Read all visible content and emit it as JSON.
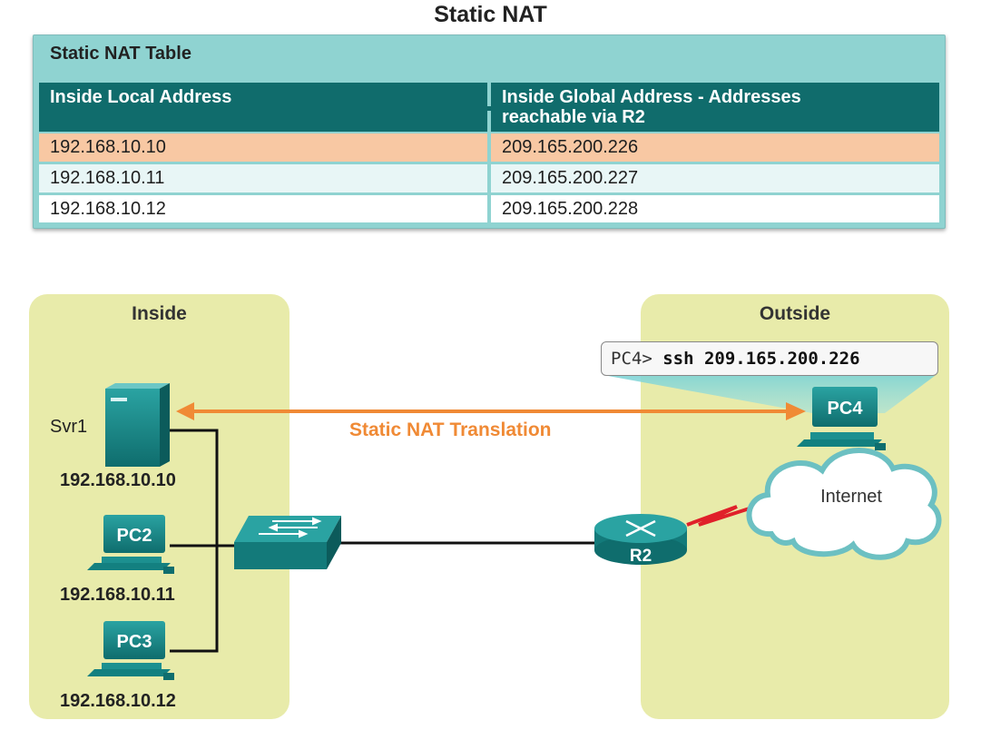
{
  "title": "Static NAT",
  "nat_table": {
    "title": "Static NAT Table",
    "headers": [
      "Inside Local Address",
      "Inside Global Address - Addresses reachable via R2"
    ],
    "rows": [
      [
        "192.168.10.10",
        "209.165.200.226"
      ],
      [
        "192.168.10.11",
        "209.165.200.227"
      ],
      [
        "192.168.10.12",
        "209.165.200.228"
      ]
    ]
  },
  "zones": {
    "inside": "Inside",
    "outside": "Outside"
  },
  "devices": {
    "server": {
      "name": "Svr1",
      "ip": "192.168.10.10"
    },
    "pc2": {
      "name": "PC2",
      "ip": "192.168.10.11"
    },
    "pc3": {
      "name": "PC3",
      "ip": "192.168.10.12"
    },
    "pc4": {
      "name": "PC4"
    },
    "router": {
      "name": "R2"
    },
    "cloud": {
      "name": "Internet"
    }
  },
  "command": {
    "prompt": "PC4>",
    "text": "ssh 209.165.200.226"
  },
  "arrow_label": "Static NAT Translation",
  "colors": {
    "table_bg": "#8fd3d1",
    "table_header": "#106c6c",
    "highlight_row": "#f8c8a3",
    "zone_bg": "#e8ebaa",
    "arrow": "#f08a35",
    "device": "#1a8a8a",
    "serial_link": "#e0202a"
  }
}
